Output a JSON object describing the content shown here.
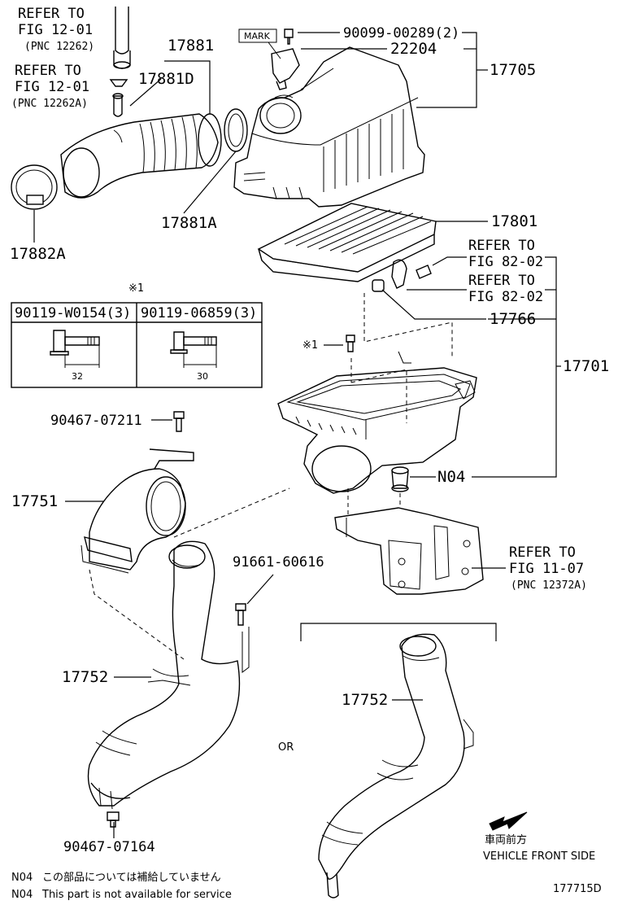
{
  "refs": {
    "top_left_1": [
      "REFER TO",
      "FIG 12-01",
      "(PNC 12262)"
    ],
    "top_left_2": [
      "REFER TO",
      "FIG 12-01",
      "(PNC 12262A)"
    ],
    "fig82_a": [
      "REFER TO",
      "FIG 82-02"
    ],
    "fig82_b": [
      "REFER TO",
      "FIG 82-02"
    ],
    "fig11": [
      "REFER TO",
      "FIG 11-07",
      "(PNC 12372A)"
    ]
  },
  "parts": {
    "p17881": "17881",
    "p17881D": "17881D",
    "p17881A": "17881A",
    "p17882A": "17882A",
    "p90099": "90099-00289(2)",
    "p22204": "22204",
    "p17705": "17705",
    "p17801": "17801",
    "p17766": "17766",
    "p17701": "17701",
    "pN04": "N04",
    "p90467a": "90467-07211",
    "p17751": "17751",
    "p91661": "91661-60616",
    "p17752a": "17752",
    "p17752b": "17752",
    "p90467b": "90467-07164"
  },
  "mark_label": "MARK",
  "bolt_table": {
    "note_marker": "※1",
    "columns": [
      {
        "part": "90119-W0154(3)",
        "dim": "32"
      },
      {
        "part": "90119-06859(3)",
        "dim": "30"
      }
    ]
  },
  "note_marker_bolt": "※1",
  "or_label": "OR",
  "direction": {
    "jp": "車両前方",
    "en": "VEHICLE FRONT SIDE"
  },
  "footnotes": [
    {
      "code": "N04",
      "text": "この部品については補給していません"
    },
    {
      "code": "N04",
      "text": "This part is not available for service"
    }
  ],
  "figure_id": "177715D"
}
